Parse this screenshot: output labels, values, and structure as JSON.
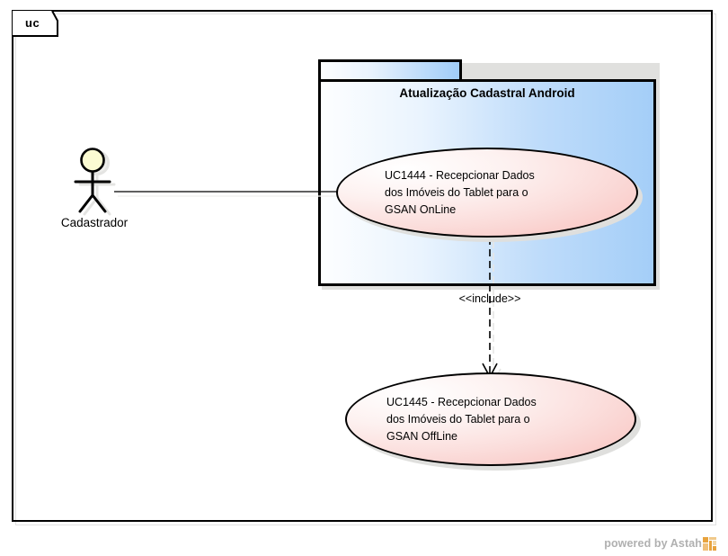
{
  "diagram": {
    "type": "uml-use-case-diagram",
    "frame_label": "uc",
    "package": {
      "title": "Atualização Cadastral Android"
    },
    "actor": {
      "name": "Cadastrador",
      "icon": "stick-figure-actor-icon"
    },
    "use_cases": [
      {
        "id": "UC1444",
        "label": "UC1444 - Recepcionar Dados\ndos Imóveis do Tablet para o\nGSAN OnLine",
        "inside_package": true
      },
      {
        "id": "UC1445",
        "label": "UC1445 - Recepcionar Dados\ndos Imóveis do Tablet para o\nGSAN OffLine",
        "inside_package": false
      }
    ],
    "relationships": [
      {
        "kind": "association",
        "from": "Cadastrador",
        "to": "UC1444",
        "label": ""
      },
      {
        "kind": "include",
        "from": "UC1444",
        "to": "UC1445",
        "label": "<<include>>"
      }
    ],
    "colors": {
      "use_case_fill": "#f9cbc8",
      "package_fill": "#a4cef8",
      "actor_head_fill": "#fbfbd2",
      "outline": "#000000",
      "shadow": "#dfdfdd",
      "watermark_text": "#b0b0b0",
      "watermark_logo": "#e8a33d"
    }
  },
  "footer": {
    "watermark_text": "powered by Astah",
    "logo_icon": "astah-logo-icon"
  }
}
